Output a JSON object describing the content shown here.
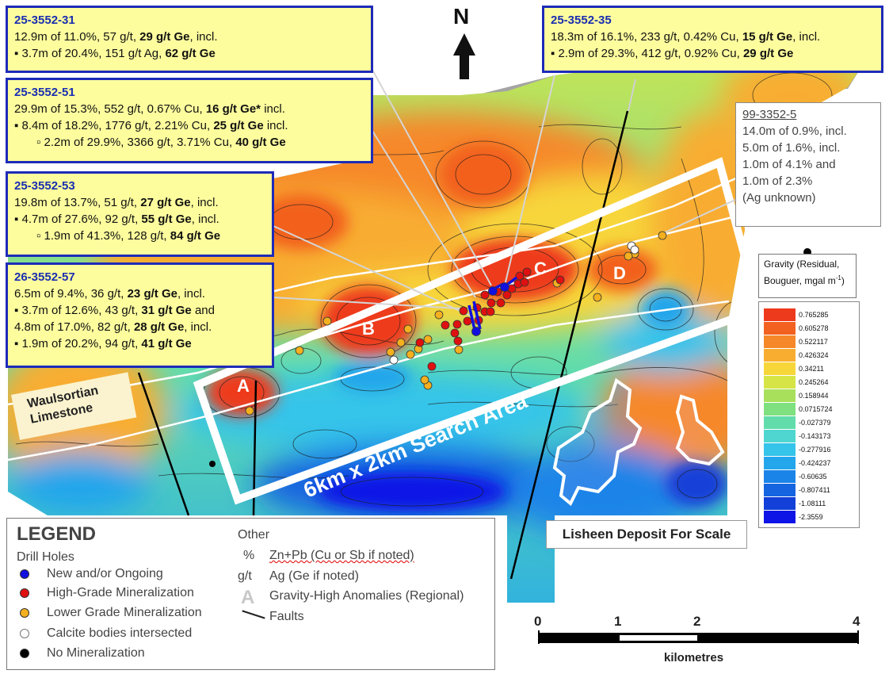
{
  "north": {
    "label": "N"
  },
  "callouts": [
    {
      "id": "25-3552-31",
      "lines": [
        [
          {
            "t": "12.9m of 11.0%, 57 g/t, "
          },
          {
            "t": "29 g/t Ge",
            "b": true
          },
          {
            "t": ", incl."
          }
        ],
        [
          {
            "t": "▪ 3.7m of 20.4%, 151 g/t Ag, "
          },
          {
            "t": "62 g/t Ge",
            "b": true
          }
        ]
      ]
    },
    {
      "id": "25-3552-51",
      "lines": [
        [
          {
            "t": "29.9m of 15.3%, 552 g/t, 0.67% Cu, "
          },
          {
            "t": "16 g/t Ge*",
            "b": true
          },
          {
            "t": " incl."
          }
        ],
        [
          {
            "t": "▪ 8.4m of 18.2%, 1776 g/t, 2.21% Cu, "
          },
          {
            "t": "25 g/t Ge",
            "b": true
          },
          {
            "t": " incl."
          }
        ],
        [
          {
            "t": "    ▫ 2.2m of 29.9%, 3366 g/t, 3.71% Cu, "
          },
          {
            "t": "40 g/t Ge",
            "b": true
          }
        ]
      ]
    },
    {
      "id": "25-3552-53",
      "lines": [
        [
          {
            "t": "19.8m of 13.7%, 51 g/t, "
          },
          {
            "t": "27 g/t Ge",
            "b": true
          },
          {
            "t": ", incl."
          }
        ],
        [
          {
            "t": "▪ 4.7m of 27.6%, 92 g/t, "
          },
          {
            "t": "55 g/t Ge",
            "b": true
          },
          {
            "t": ", incl."
          }
        ],
        [
          {
            "t": "    ▫ 1.9m of 41.3%, 128 g/t, "
          },
          {
            "t": "84 g/t Ge",
            "b": true
          }
        ]
      ]
    },
    {
      "id": "26-3552-57",
      "lines": [
        [
          {
            "t": "6.5m of 9.4%, 36 g/t, "
          },
          {
            "t": "23 g/t Ge",
            "b": true
          },
          {
            "t": ", incl."
          }
        ],
        [
          {
            "t": "▪ 3.7m of 12.6%, 43 g/t, "
          },
          {
            "t": "31 g/t Ge",
            "b": true
          },
          {
            "t": " and"
          }
        ],
        [
          {
            "t": "4.8m of 17.0%, 82 g/t, "
          },
          {
            "t": "28 g/t Ge",
            "b": true
          },
          {
            "t": ", incl."
          }
        ],
        [
          {
            "t": "▪ 1.9m of 20.2%, 94 g/t, "
          },
          {
            "t": "41 g/t Ge",
            "b": true
          }
        ]
      ]
    },
    {
      "id": "25-3552-35",
      "lines": [
        [
          {
            "t": "18.3m of 16.1%, 233 g/t, 0.42% Cu, "
          },
          {
            "t": "15 g/t Ge",
            "b": true
          },
          {
            "t": ", incl."
          }
        ],
        [
          {
            "t": "▪ 2.9m of 29.3%, 412 g/t, 0.92% Cu, "
          },
          {
            "t": "29 g/t Ge",
            "b": true
          }
        ]
      ]
    }
  ],
  "historic_hole": {
    "id": "99-3352-5",
    "lines": [
      "14.0m of 0.9%, incl.",
      "5.0m of 1.6%, incl.",
      "1.0m of 4.1% and",
      "1.0m of 2.3%",
      "(Ag unknown)"
    ]
  },
  "gravity": {
    "title_line1": "Gravity (Residual,",
    "title_line2": "Bouguer, mgal m",
    "title_sup": "-1",
    "title_end": ")",
    "scale": [
      {
        "value": "0.765285",
        "color": "#ee3a1c"
      },
      {
        "value": "0.605278",
        "color": "#f2611f"
      },
      {
        "value": "0.522117",
        "color": "#f6882a"
      },
      {
        "value": "0.426324",
        "color": "#f8ad31"
      },
      {
        "value": "0.34211",
        "color": "#f7d63a"
      },
      {
        "value": "0.245264",
        "color": "#d6e545"
      },
      {
        "value": "0.158944",
        "color": "#a8e05c"
      },
      {
        "value": "0.0715724",
        "color": "#7fe07f"
      },
      {
        "value": "-0.027379",
        "color": "#62dcab"
      },
      {
        "value": "-0.143173",
        "color": "#4fd6d0"
      },
      {
        "value": "-0.277916",
        "color": "#35c4ea"
      },
      {
        "value": "-0.424237",
        "color": "#23a6ec"
      },
      {
        "value": "-0.60635",
        "color": "#1a84e8"
      },
      {
        "value": "-0.807411",
        "color": "#1564e0"
      },
      {
        "value": "-1.08111",
        "color": "#1240d8"
      },
      {
        "value": "-2.3559",
        "color": "#0f14e6"
      }
    ]
  },
  "anomalies": [
    "A",
    "B",
    "C",
    "D"
  ],
  "search_area_label": "6km x 2km Search Area",
  "waulsortian_label_1": "Waulsortian",
  "waulsortian_label_2": "Limestone",
  "lisheen_label": "Lisheen Deposit For Scale",
  "legend": {
    "title": "LEGEND",
    "drill_holes_heading": "Drill Holes",
    "items": [
      {
        "label": "New and/or Ongoing",
        "color": "#1010e0"
      },
      {
        "label": "High-Grade Mineralization",
        "color": "#e01010"
      },
      {
        "label": "Lower Grade Mineralization",
        "color": "#f4b01e"
      },
      {
        "label": "Calcite bodies intersected",
        "color": "#ffffff"
      },
      {
        "label": "No Mineralization",
        "color": "#000000"
      }
    ],
    "other_heading": "Other",
    "other": [
      {
        "symbol": "%",
        "label": "Zn+Pb (Cu or Sb if noted)"
      },
      {
        "symbol": "g/t",
        "label": "Ag (Ge if noted)"
      },
      {
        "symbol": "A",
        "label": "Gravity-High Anomalies (Regional)"
      },
      {
        "symbol": "",
        "label": "Faults"
      }
    ]
  },
  "scale_bar": {
    "ticks": [
      "0",
      "1",
      "2",
      "4"
    ],
    "unit": "kilometres"
  }
}
